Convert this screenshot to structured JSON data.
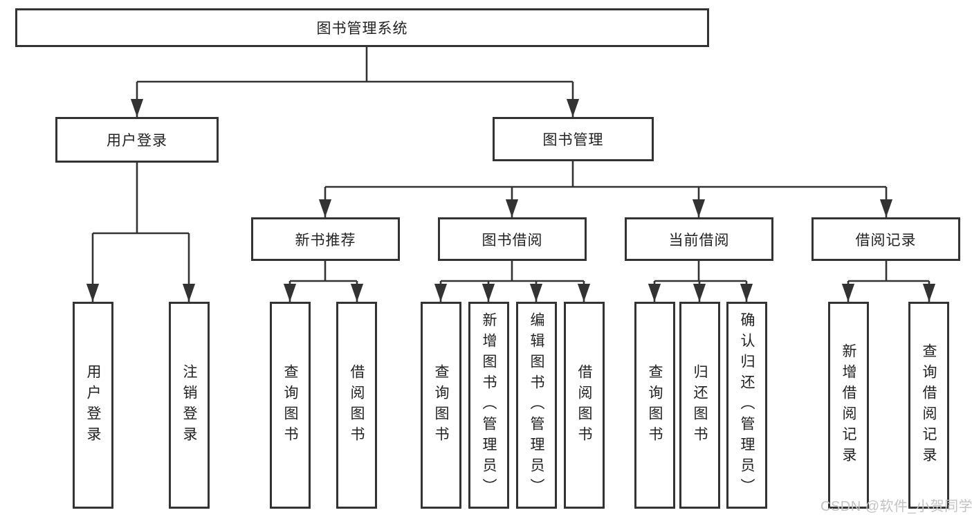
{
  "diagram": {
    "tree": {
      "root": "图书管理系统",
      "children": [
        {
          "label": "用户登录",
          "children": [
            "用户登录",
            "注销登录"
          ]
        },
        {
          "label": "图书管理",
          "children": [
            {
              "label": "新书推荐",
              "children": [
                "查询图书",
                "借阅图书"
              ]
            },
            {
              "label": "图书借阅",
              "children": [
                "查询图书",
                "新增图书（管理员）",
                "编辑图书（管理员）",
                "借阅图书"
              ]
            },
            {
              "label": "当前借阅",
              "children": [
                "查询图书",
                "归还图书",
                "确认归还（管理员）"
              ]
            },
            {
              "label": "借阅记录",
              "children": [
                "新增借阅记录",
                "查询借阅记录"
              ]
            }
          ]
        }
      ]
    },
    "colors": {
      "line": "#333333",
      "text": "#222222",
      "box_background": "#ffffff",
      "watermark": "#c3c3c3"
    },
    "watermark": "CSDN @软件_小贺同学"
  }
}
